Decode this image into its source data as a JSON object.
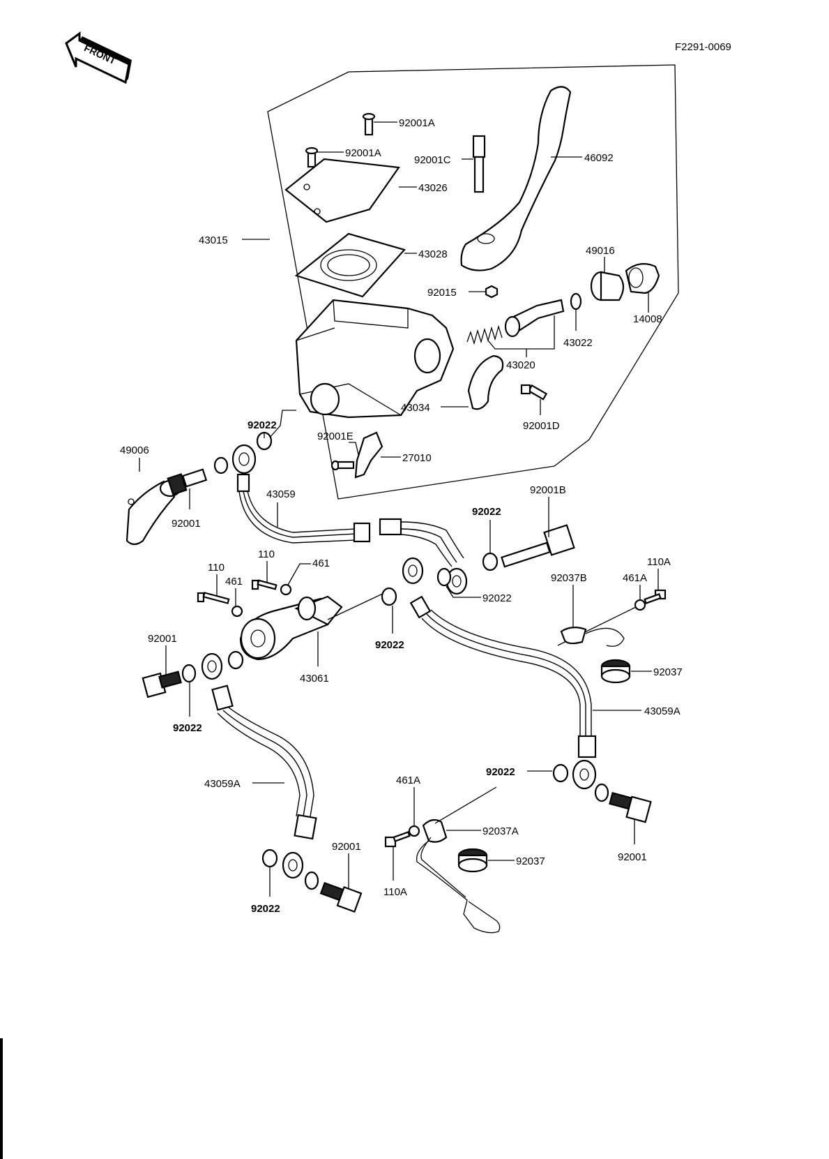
{
  "diagram_id": "F2291-0069",
  "front_arrow": "FRONT",
  "labels": {
    "p92001A_top": "92001A",
    "p92001A": "92001A",
    "p92001C": "92001C",
    "p46092": "46092",
    "p43026": "43026",
    "p43015": "43015",
    "p43028": "43028",
    "p49016": "49016",
    "p92015": "92015",
    "p14008": "14008",
    "p43022": "43022",
    "p43020": "43020",
    "p43034": "43034",
    "p92001D": "92001D",
    "p92022_a": "92022",
    "p49006": "49006",
    "p92001E": "92001E",
    "p27010": "27010",
    "p43059": "43059",
    "p92001_a": "92001",
    "p92022_b": "92022",
    "p92001B": "92001B",
    "p110_a": "110",
    "p461_a": "461",
    "p110_b": "110",
    "p461_b": "461",
    "p110A_a": "110A",
    "p461A_a": "461A",
    "p92037B": "92037B",
    "p92022_c": "92022",
    "p92022_d": "92022",
    "p92001_b": "92001",
    "p43061": "43061",
    "p92037_a": "92037",
    "p92022_e": "92022",
    "p43059A_a": "43059A",
    "p43059A_b": "43059A",
    "p92022_f": "92022",
    "p461A_b": "461A",
    "p92037A": "92037A",
    "p92037_b": "92037",
    "p92001_c": "92001",
    "p92001_d": "92001",
    "p110A_b": "110A",
    "p92022_g": "92022"
  }
}
